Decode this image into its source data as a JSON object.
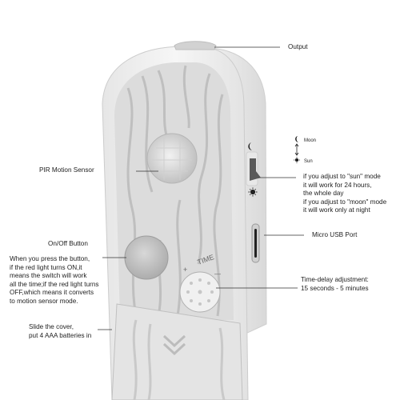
{
  "callouts": {
    "output": "Output",
    "pir_sensor": "PIR Motion Sensor",
    "onoff_title": "On/Off Button",
    "onoff_desc": [
      "When you press the button,",
      "if the red light turns ON,it",
      "means the switch will work",
      "all the time;if the red light turns",
      "OFF,which means it converts",
      "to motion sensor mode."
    ],
    "cover": [
      "Slide the cover,",
      "put 4 AAA batteries in"
    ],
    "moon": "Moon",
    "sun": "Sun",
    "switch_desc": [
      "if you adjust to \"sun\" mode",
      "it will work for 24 hours,",
      "the whole day",
      "if you  adjust to \"moon\" mode",
      "it will work only at night"
    ],
    "usb": "Micro USB Port",
    "time_delay": [
      "Time-delay adjustment:",
      "15 seconds - 5 minutes"
    ],
    "device_time_label": "TIME",
    "device_plus": "+",
    "device_minus": "—"
  },
  "colors": {
    "body": "#f2f2f2",
    "face": "#dedede",
    "groove": "#c4c4c4",
    "line": "#333333"
  },
  "icons": [
    "moon-icon",
    "sun-icon",
    "switch-arrow-icon"
  ]
}
